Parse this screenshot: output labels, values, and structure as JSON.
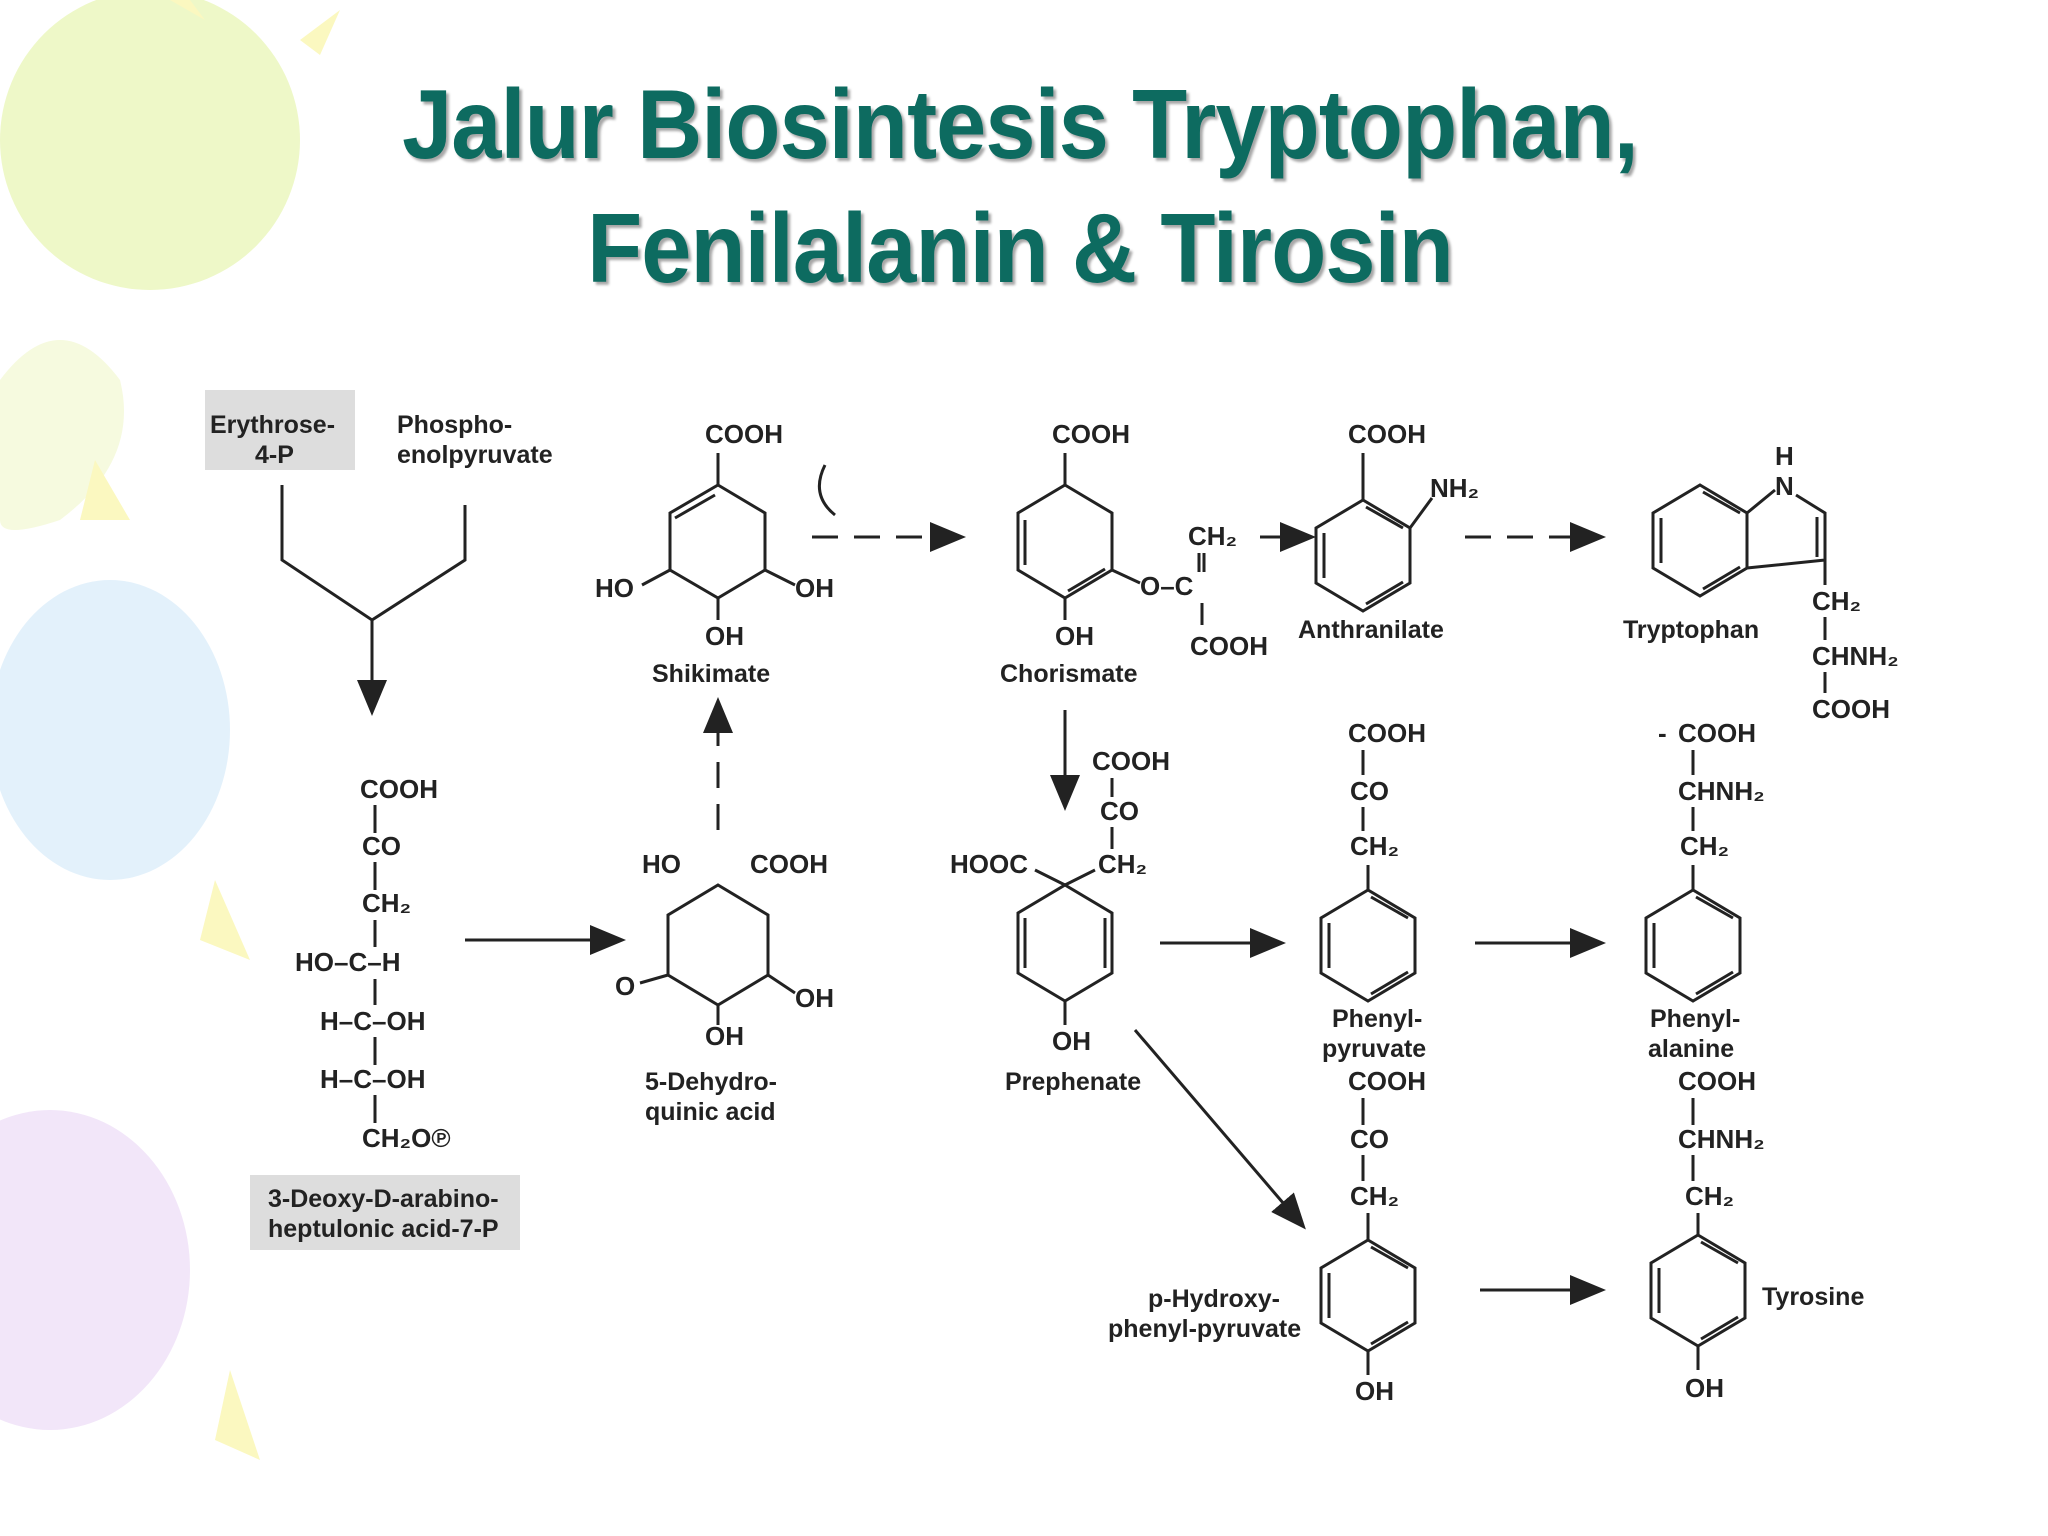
{
  "title": {
    "line1": "Jalur Biosintesis Tryptophan,",
    "line2": "Fenilalanin & Tirosin"
  },
  "diagram": {
    "erythrose": [
      "Erythrose-",
      "4-P"
    ],
    "pep": [
      "Phospho-",
      "enolpyruvate"
    ],
    "dahp_label": [
      "3-Deoxy-D-arabino-",
      "heptulonic acid-7-P"
    ],
    "dahp_formula": [
      "COOH",
      "CO",
      "CH₂",
      "HO–C–H",
      "H–C–OH",
      "H–C–OH",
      "CH₂O℗"
    ],
    "dehydroquinic_label": [
      "5-Dehydro-",
      "quinic acid"
    ],
    "shikimate_label": "Shikimate",
    "chorismate_label": "Chorismate",
    "prephenate_label": "Prephenate",
    "anthranilate_label": "Anthranilate",
    "tryptophan_label": "Tryptophan",
    "phenylpyruvate_label": [
      "Phenyl-",
      "pyruvate"
    ],
    "phenylalanine_label": [
      "Phenyl-",
      "alanine"
    ],
    "hpp_label": [
      "p-Hydroxy-",
      "phenyl-pyruvate"
    ],
    "tyrosine_label": "Tyrosine",
    "groups": {
      "cooh": "COOH",
      "hooc": "HOOC",
      "oh": "OH",
      "ho": "HO",
      "o": "O",
      "co": "CO",
      "ch2": "CH₂",
      "chnh2": "CHNH₂",
      "nh2": "NH₂",
      "nh_h": "H",
      "nh_n": "N",
      "o_c": "O–C",
      "dash": "-"
    }
  }
}
